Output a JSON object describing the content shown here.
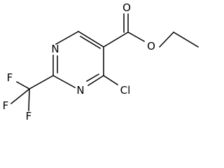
{
  "molecule": {
    "atom_labels": {
      "n_top": "N",
      "n_bottom": "N",
      "oxygen_carbonyl": "O",
      "oxygen_ester": "O",
      "chlorine": "Cl",
      "fluorine_top": "F",
      "fluorine_left": "F",
      "fluorine_bottom": "F"
    }
  }
}
